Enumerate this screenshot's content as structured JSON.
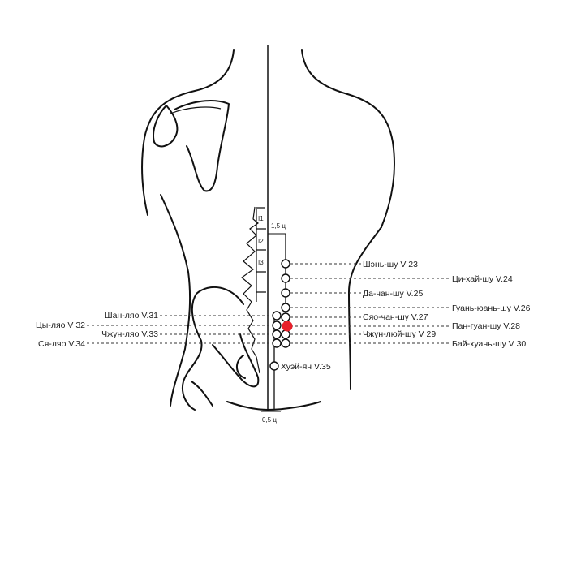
{
  "diagram": {
    "measures": {
      "upper": "1,5 ц",
      "lower": "0,5 ц"
    },
    "vertebrae": [
      "I1",
      "I2",
      "I3"
    ],
    "right_points": [
      {
        "label": "Шэнь-шу V 23"
      },
      {
        "label": "Ци-хай-шу V.24"
      },
      {
        "label": "Да-чан-шу V.25"
      },
      {
        "label": "Гуань-юань-шу V.26"
      },
      {
        "label": "Сяо-чан-шу V.27"
      },
      {
        "label": "Пан-гуан-шу V.28",
        "highlighted": true
      },
      {
        "label": "Чжун-люй-шу V 29"
      },
      {
        "label": "Бай-хуань-шу V 30"
      }
    ],
    "left_points": [
      {
        "label": "Шан-ляо V.31"
      },
      {
        "label": "Цы-ляо V 32"
      },
      {
        "label": "Чжун-ляо V.33"
      },
      {
        "label": "Ся-ляо V.34"
      }
    ],
    "lower_point": {
      "label": "Хуэй-ян V.35"
    },
    "highlight_color": "#e8202a"
  }
}
